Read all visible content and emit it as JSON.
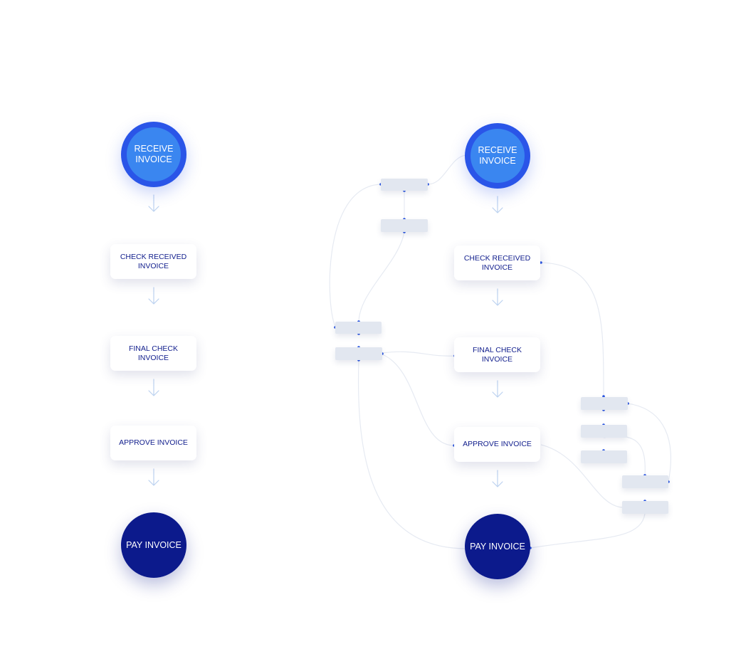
{
  "colors": {
    "start_outer": "#2a55e8",
    "start_inner": "#3a86f0",
    "end_fill": "#0c1a8c",
    "task_text": "#101d8c",
    "arrow": "#bcd2f0",
    "connector": "#e6eaf2",
    "placeholder_chip": "#e2e7f0",
    "port": "#2a55e0"
  },
  "left_flow": {
    "start": "RECEIVE\nINVOICE",
    "steps": [
      "CHECK RECEIVED\nINVOICE",
      "FINAL CHECK\nINVOICE",
      "APPROVE INVOICE"
    ],
    "end": "PAY INVOICE"
  },
  "right_flow": {
    "start": "RECEIVE\nINVOICE",
    "steps": [
      "CHECK RECEIVED\nINVOICE",
      "FINAL CHECK\nINVOICE",
      "APPROVE INVOICE"
    ],
    "end": "PAY INVOICE"
  }
}
